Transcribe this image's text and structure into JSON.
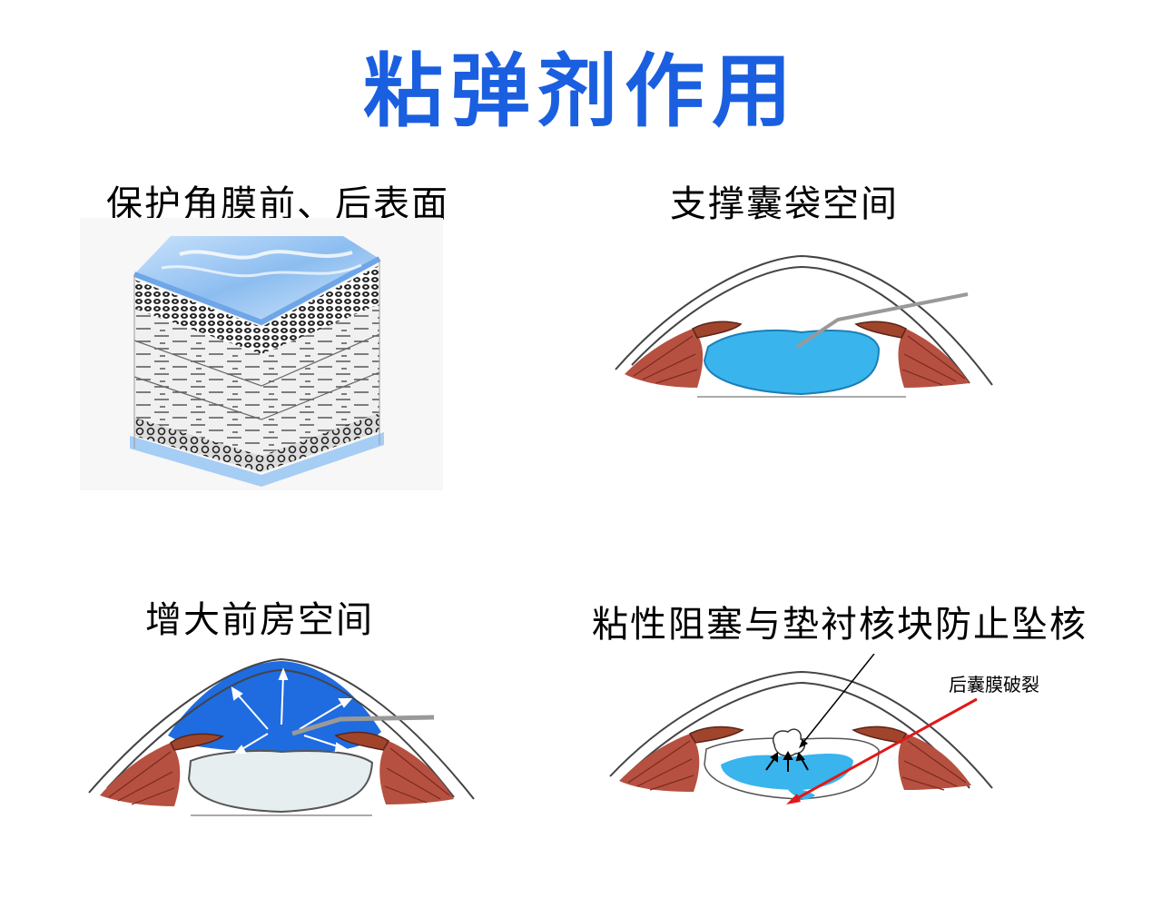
{
  "title": "粘弹剂作用",
  "panels": [
    {
      "caption": "保护角膜前、后表面"
    },
    {
      "caption": "支撑囊袋空间"
    },
    {
      "caption": "增大前房空间"
    },
    {
      "caption": "粘性阻塞与垫衬核块防止坠核",
      "annotation": "后囊膜破裂"
    }
  ],
  "colors": {
    "title": "#1a5fe0",
    "viscoelastic_light": "#3ab4ec",
    "viscoelastic_dark": "#1f6be0",
    "lens_pale": "#e6eef0",
    "iris": "#a0452c",
    "ciliary": "#b65040",
    "arrow_red": "#e01818",
    "instrument": "#999999",
    "cornea_blue": "#9fc8f2"
  }
}
